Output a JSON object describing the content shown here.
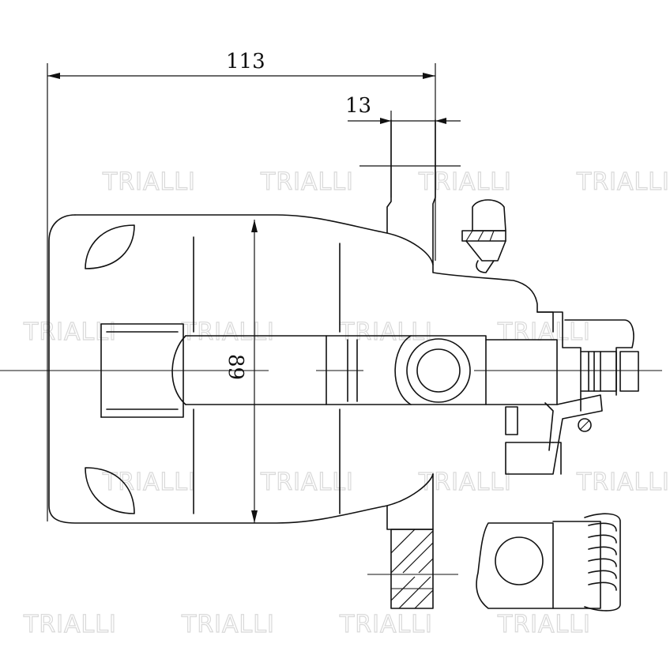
{
  "dimensions": {
    "overall_length": "113",
    "mount_offset": "13",
    "piston_height": "89"
  },
  "watermark": {
    "text": "TRIALLI"
  },
  "colors": {
    "line": "#111111",
    "watermark": "#d9d9d9",
    "background": "#ffffff"
  }
}
